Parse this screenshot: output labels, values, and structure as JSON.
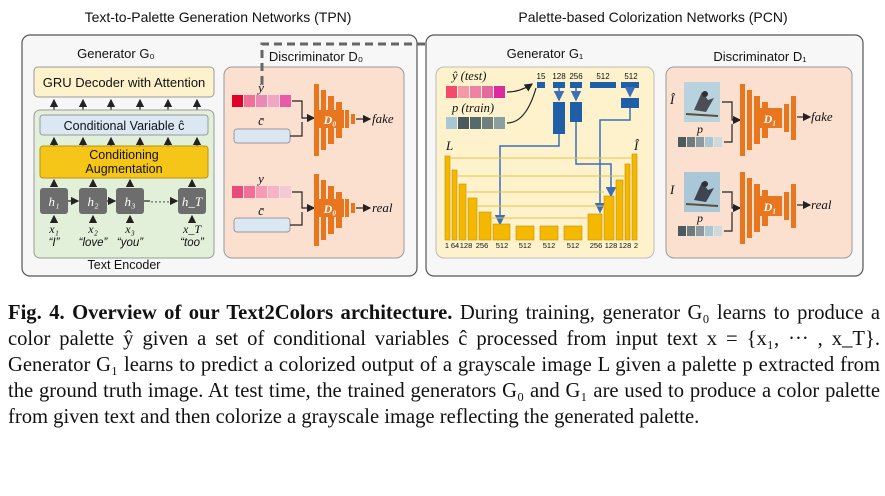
{
  "tpn": {
    "title": "Text-to-Palette Generation Networks (TPN)",
    "generator_title": "Generator G₀",
    "gru_label": "GRU Decoder with Attention",
    "cond_var_label": "Conditional Variable ĉ",
    "cond_aug_label_1": "Conditioning",
    "cond_aug_label_2": "Augmentation",
    "encoder_label": "Text Encoder",
    "hidden_states": [
      "h₁",
      "h₂",
      "h₃",
      "h_T"
    ],
    "inputs": [
      "x₁",
      "x₂",
      "x₃",
      "x_T"
    ],
    "words": [
      "“I”",
      "“love”",
      "“you”",
      "“too”"
    ],
    "dots": "·····",
    "discriminator_title": "Discriminator D₀",
    "y_hat": "ŷ",
    "y": "y",
    "c_bar": "c̄",
    "d0_label": "D₀",
    "fake": "fake",
    "real": "real"
  },
  "pcn": {
    "title": "Palette-based Colorization Networks (PCN)",
    "generator_title": "Generator G₁",
    "y_hat_test": "ŷ (test)",
    "p_train": "p (train)",
    "L": "L",
    "I_hat": "Î",
    "top_numbers": [
      "15",
      "128",
      "256",
      "512",
      "512"
    ],
    "bottom_numbers": [
      "1",
      "64",
      "128",
      "256",
      "512",
      "512",
      "512",
      "512",
      "256",
      "128",
      "128",
      "2"
    ],
    "discriminator_title": "Discriminator D₁",
    "I_hat_label": "Î",
    "I_label": "I",
    "p_label": "p",
    "d1_label": "D₁",
    "fake": "fake",
    "real": "real"
  },
  "colors": {
    "panel_border": "#555555",
    "gru_fill": "#fdf2cc",
    "cond_var_fill": "#dbe8f4",
    "cond_aug_fill": "#f5c518",
    "encoder_fill": "#e2efd9",
    "hidden_fill": "#6d6d6d",
    "disc_fill": "#fbe0d0",
    "disc_orange": "#e8761f",
    "bar_yellow": "#f5b800",
    "bar_blue": "#1f5fa8"
  },
  "palettes": {
    "y_hat": [
      "#e0002a",
      "#f0709a",
      "#e88ab5",
      "#f2a6c6",
      "#e85ba6"
    ],
    "y_real": [
      "#e84a7a",
      "#f0709a",
      "#f79ab5",
      "#f6b2c8",
      "#f4c9d4"
    ],
    "y_hat_test": [
      "#f44b6c",
      "#f39aa6",
      "#ee82a6",
      "#e668a0",
      "#dc2aa0"
    ],
    "p_train": [
      "#a7c8d2",
      "#4a5a5e",
      "#566a6c",
      "#6f7e7f",
      "#8aa0a0"
    ],
    "disc_p": [
      "#4a5a5e",
      "#6b7d7f",
      "#8a9aa0",
      "#a7c8d2",
      "#ccd9dd"
    ]
  },
  "caption": {
    "lead": "Fig. 4. Overview of our Text2Colors architecture.",
    "body": " During training, generator G₀ learns to produce a color palette ŷ given a set of conditional variables ĉ processed from input text x = {x₁, ··· , x_T}. Generator G₁ learns to predict a colorized output of a grayscale image L given a palette p extracted from the ground truth image. At test time, the trained generators G₀ and G₁ are used to produce a color palette from given text and then colorize a grayscale image reflecting the generated palette."
  }
}
